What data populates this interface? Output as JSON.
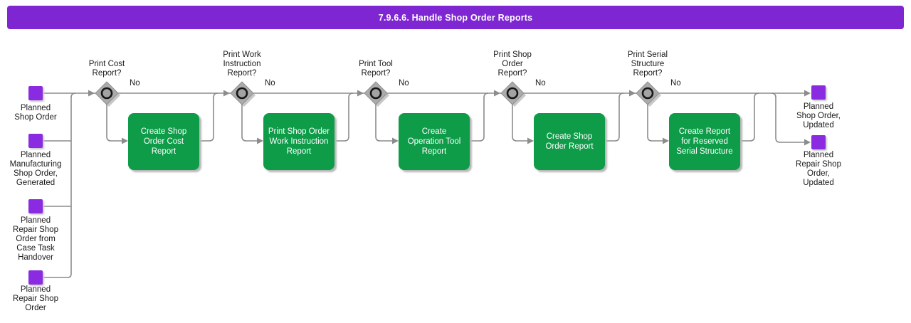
{
  "title": "7.9.6.6. Handle Shop Order Reports",
  "colors": {
    "header_bg": "#7d26d1",
    "artifact": "#8a2be2",
    "task_bg": "#0e9c49",
    "line": "#8c8c8c"
  },
  "diagram": {
    "inputs": [
      {
        "label": "Planned\nShop Order"
      },
      {
        "label": "Planned\nManufacturing\nShop Order,\nGenerated"
      },
      {
        "label": "Planned\nRepair Shop\nOrder from\nCase Task\nHandover"
      },
      {
        "label": "Planned\nRepair Shop\nOrder"
      }
    ],
    "decisions": [
      {
        "question": "Print Cost\nReport?",
        "no_label": "No"
      },
      {
        "question": "Print Work\nInstruction\nReport?",
        "no_label": "No"
      },
      {
        "question": "Print Tool\nReport?",
        "no_label": "No"
      },
      {
        "question": "Print Shop\nOrder\nReport?",
        "no_label": "No"
      },
      {
        "question": "Print Serial\nStructure\nReport?",
        "no_label": "No"
      }
    ],
    "tasks": [
      {
        "label": "Create Shop\nOrder Cost\nReport"
      },
      {
        "label": "Print Shop Order\nWork Instruction\nReport"
      },
      {
        "label": "Create\nOperation Tool\nReport"
      },
      {
        "label": "Create Shop\nOrder Report"
      },
      {
        "label": "Create Report\nfor Reserved\nSerial Structure"
      }
    ],
    "outputs": [
      {
        "label": "Planned\nShop Order,\nUpdated"
      },
      {
        "label": "Planned\nRepair Shop\nOrder,\nUpdated"
      }
    ]
  }
}
